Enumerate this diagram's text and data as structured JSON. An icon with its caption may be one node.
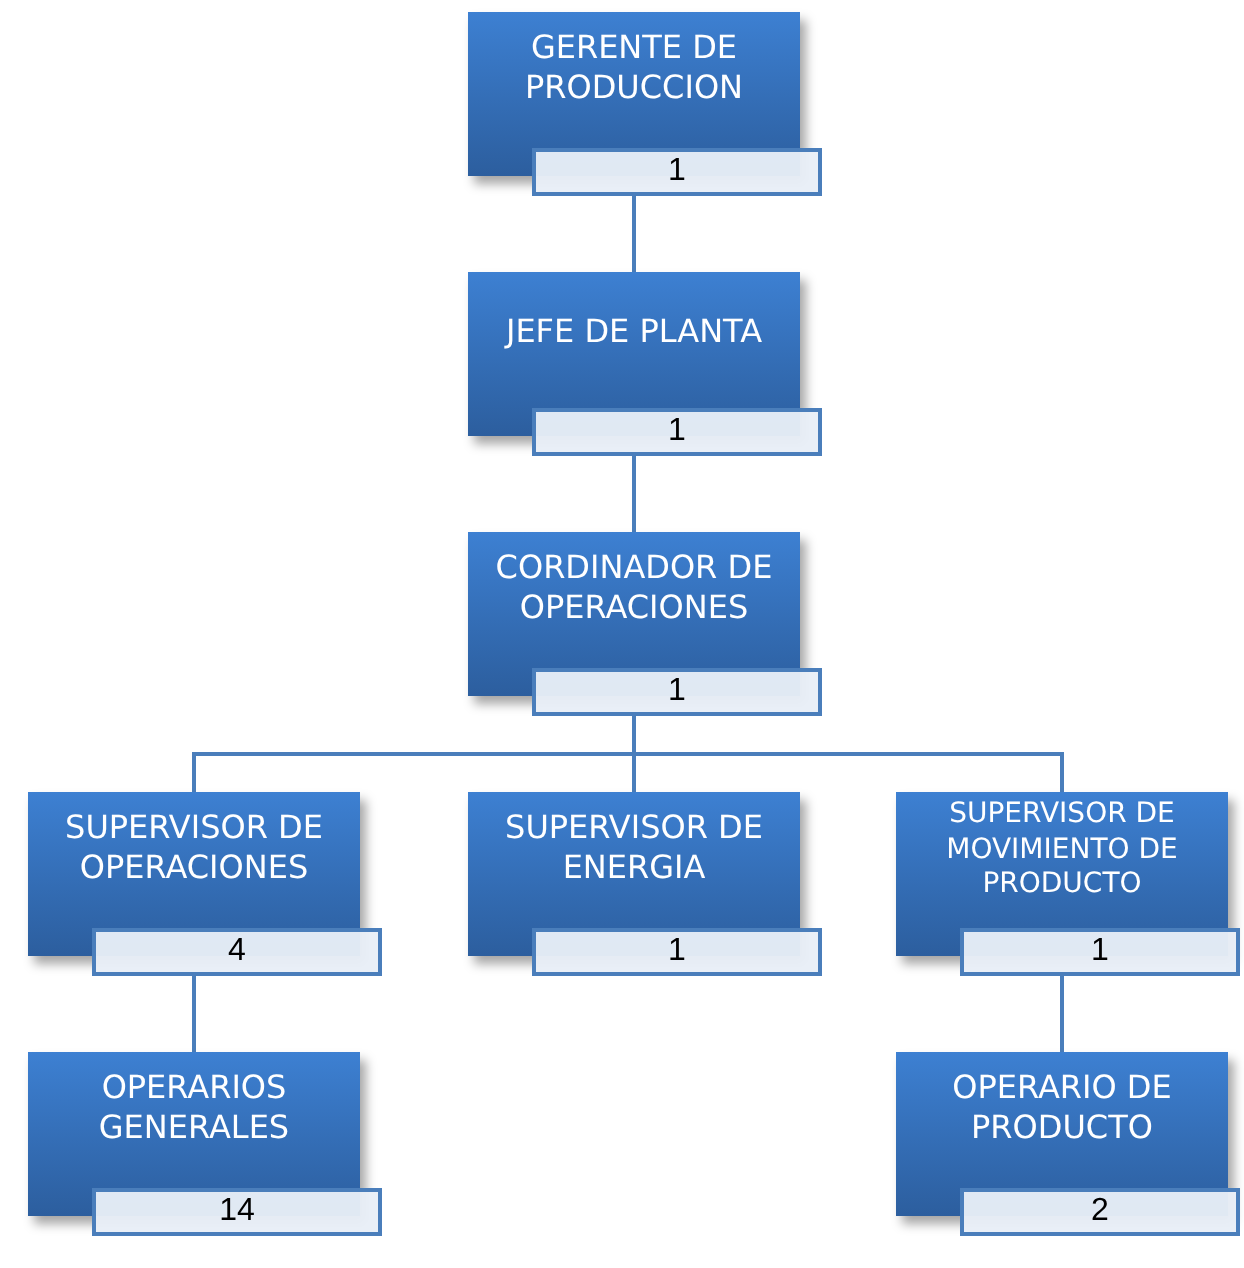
{
  "diagram": {
    "nodes": [
      {
        "text": [
          "GERENTE DE PRODUCCION",
          "1"
        ]
      },
      {
        "text": [
          "JEFE DE PLANTA",
          "1"
        ]
      },
      {
        "text": [
          "CORDINADOR DE OPERACIONES",
          "1"
        ]
      },
      {
        "text": [
          "SUPERVISOR DE OPERACIONES",
          "4"
        ]
      },
      {
        "text": [
          "SUPERVISOR DE ENERGIA",
          "1"
        ]
      },
      {
        "text": [
          "SUPERVISOR DE MOVIMIENTO DE PRODUCTO",
          "1"
        ]
      },
      {
        "text": [
          "OPERARIOS GENERALES",
          "14"
        ]
      },
      {
        "text": [
          "OPERARIO DE PRODUCTO",
          "2"
        ]
      }
    ],
    "edges": [
      {
        "from": 0,
        "to": 1,
        "arrow": "none"
      },
      {
        "from": 1,
        "to": 2,
        "arrow": "none"
      },
      {
        "from": 2,
        "to": 3,
        "arrow": "none"
      },
      {
        "from": 2,
        "to": 4,
        "arrow": "none"
      },
      {
        "from": 2,
        "to": 5,
        "arrow": "none"
      },
      {
        "from": 3,
        "to": 6,
        "arrow": "none"
      },
      {
        "from": 5,
        "to": 7,
        "arrow": "none"
      }
    ]
  }
}
